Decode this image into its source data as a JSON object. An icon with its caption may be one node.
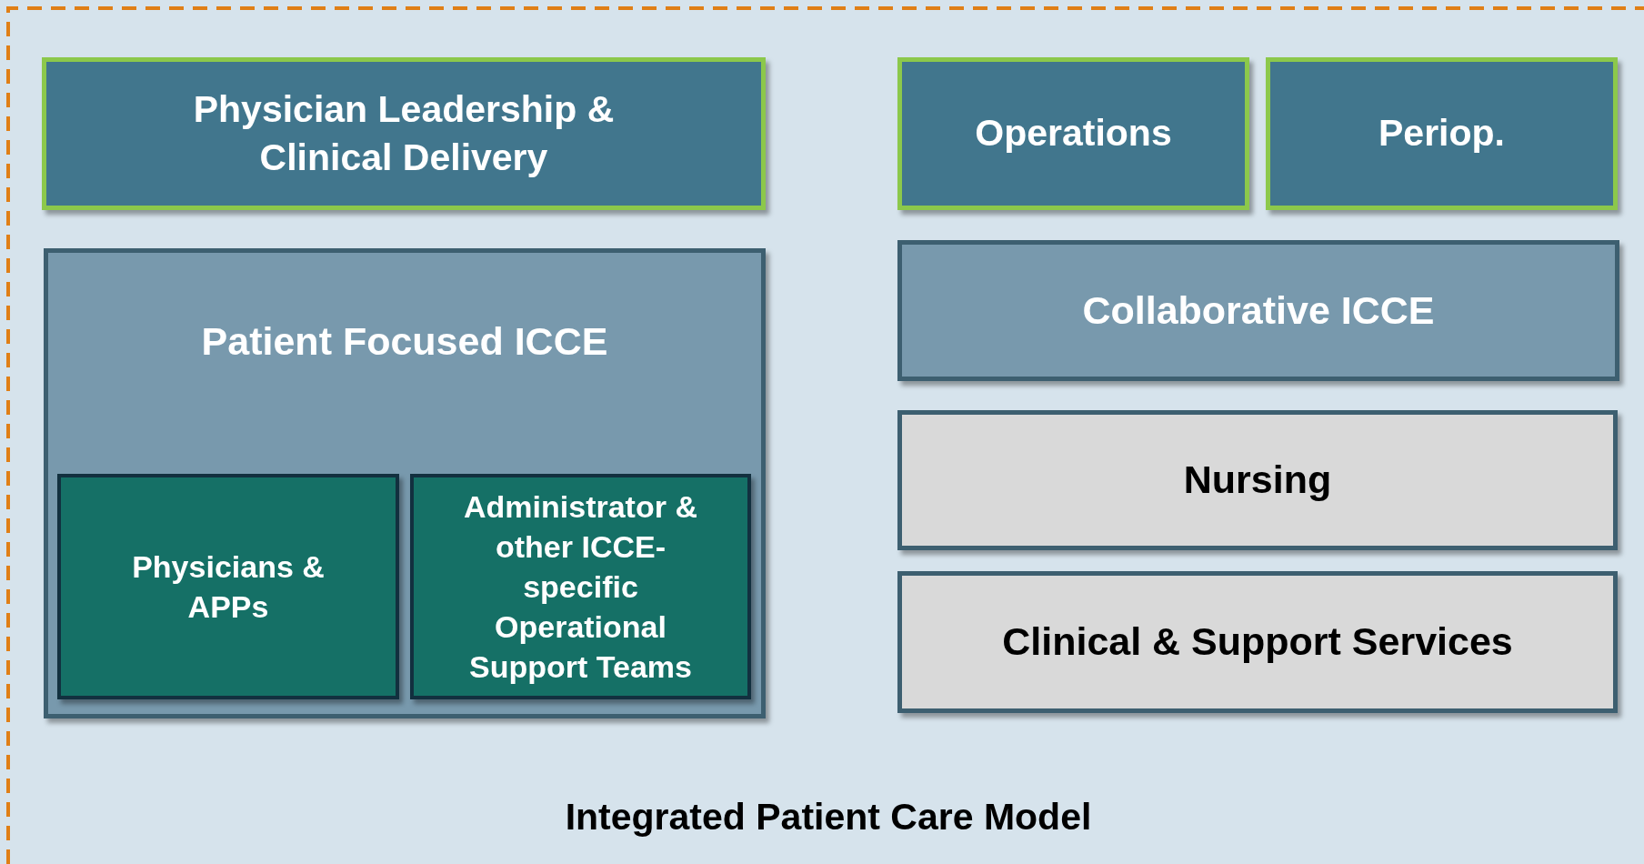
{
  "diagram": {
    "nodes": [
      {
        "text": [
          "Integrated Patient Care Model"
        ]
      },
      {
        "text": [
          "Physician Leadership & Clinical Delivery"
        ],
        "in": 0
      },
      {
        "text": [
          "Operations"
        ],
        "in": 0
      },
      {
        "text": [
          "Periop."
        ],
        "in": 0
      },
      {
        "text": [
          "Patient Focused ICCE"
        ],
        "in": 0
      },
      {
        "text": [
          "Physicians & APPs"
        ],
        "in": 4
      },
      {
        "text": [
          "Administrator & other ICCE-specific Operational Support Teams"
        ],
        "in": 4
      },
      {
        "text": [
          "Collaborative ICCE"
        ],
        "in": 0
      },
      {
        "text": [
          "Nursing"
        ],
        "in": 0
      },
      {
        "text": [
          "Clinical & Support Services"
        ],
        "in": 0
      }
    ]
  }
}
